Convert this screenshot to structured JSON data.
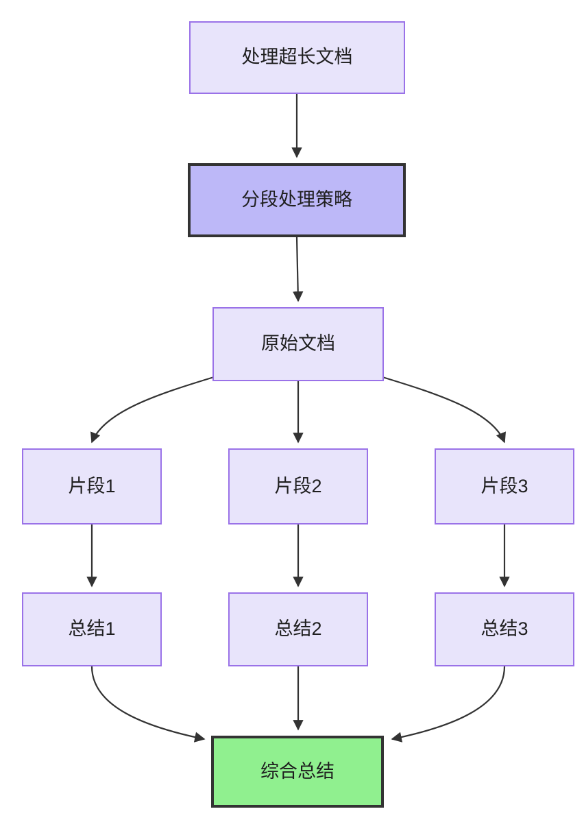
{
  "diagram": {
    "type": "flowchart",
    "direction": "top-to-bottom",
    "background": "#ffffff",
    "palette": {
      "node_fill": "#e8e4fb",
      "node_border": "#9a72e8",
      "highlight_fill": "#bdb8f8",
      "highlight_border": "#333333",
      "success_fill": "#90f08f",
      "success_border": "#333333",
      "edge_color": "#333333",
      "text_color": "#1f1f1f"
    },
    "nodes": {
      "root": {
        "label": "处理超长文档",
        "style": "normal"
      },
      "strategy": {
        "label": "分段处理策略",
        "style": "highlight"
      },
      "original": {
        "label": "原始文档",
        "style": "normal"
      },
      "frag1": {
        "label": "片段1",
        "style": "normal"
      },
      "frag2": {
        "label": "片段2",
        "style": "normal"
      },
      "frag3": {
        "label": "片段3",
        "style": "normal"
      },
      "sum1": {
        "label": "总结1",
        "style": "normal"
      },
      "sum2": {
        "label": "总结2",
        "style": "normal"
      },
      "sum3": {
        "label": "总结3",
        "style": "normal"
      },
      "final": {
        "label": "综合总结",
        "style": "success"
      }
    },
    "edges": [
      {
        "from": "root",
        "to": "strategy",
        "label": ""
      },
      {
        "from": "strategy",
        "to": "original",
        "label": ""
      },
      {
        "from": "original",
        "to": "frag1",
        "label": ""
      },
      {
        "from": "original",
        "to": "frag2",
        "label": ""
      },
      {
        "from": "original",
        "to": "frag3",
        "label": ""
      },
      {
        "from": "frag1",
        "to": "sum1",
        "label": ""
      },
      {
        "from": "frag2",
        "to": "sum2",
        "label": ""
      },
      {
        "from": "frag3",
        "to": "sum3",
        "label": ""
      },
      {
        "from": "sum1",
        "to": "final",
        "label": ""
      },
      {
        "from": "sum2",
        "to": "final",
        "label": ""
      },
      {
        "from": "sum3",
        "to": "final",
        "label": ""
      }
    ]
  }
}
